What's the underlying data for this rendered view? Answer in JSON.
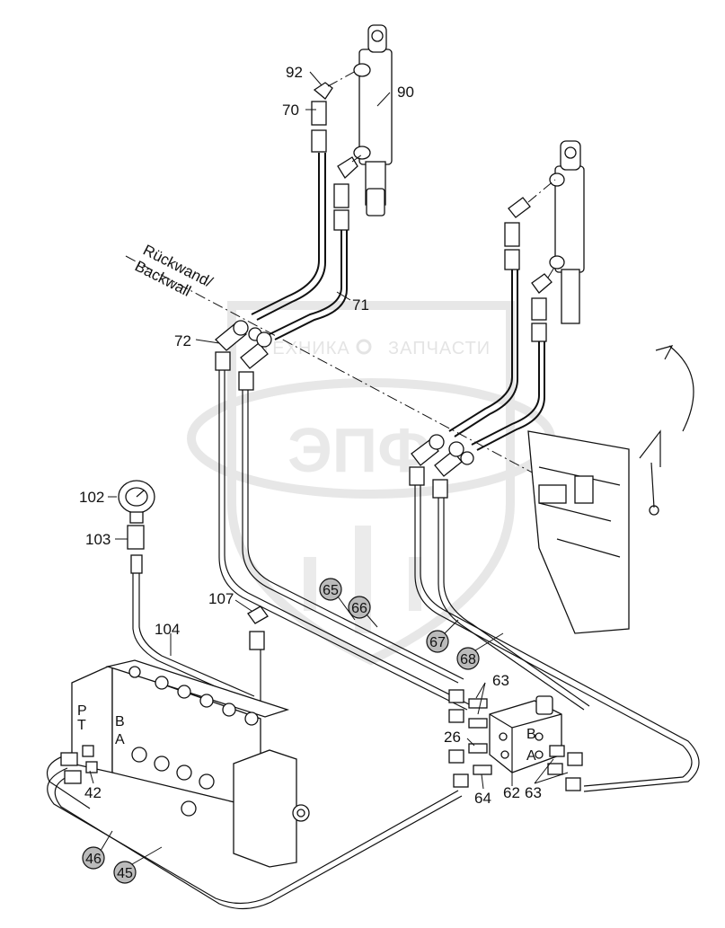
{
  "wall_label": {
    "line1": "Rückwand/",
    "line2": "Backwall"
  },
  "watermark": {
    "left": "ТЕХНИКА",
    "right": "ЗАПЧАСТИ",
    "logo": "ЭПФ"
  },
  "callouts": [
    {
      "id": "92",
      "circled": false
    },
    {
      "id": "90",
      "circled": false
    },
    {
      "id": "70",
      "circled": false
    },
    {
      "id": "71",
      "circled": false
    },
    {
      "id": "72",
      "circled": false
    },
    {
      "id": "102",
      "circled": false
    },
    {
      "id": "103",
      "circled": false
    },
    {
      "id": "107",
      "circled": false
    },
    {
      "id": "104",
      "circled": false
    },
    {
      "id": "65",
      "circled": true
    },
    {
      "id": "66",
      "circled": true
    },
    {
      "id": "67",
      "circled": true
    },
    {
      "id": "68",
      "circled": true
    },
    {
      "id": "63",
      "circled": false
    },
    {
      "id": "26",
      "circled": false
    },
    {
      "id": "42",
      "circled": false
    },
    {
      "id": "64",
      "circled": false
    },
    {
      "id": "62",
      "circled": false
    },
    {
      "id": "63",
      "circled": false
    },
    {
      "id": "46",
      "circled": true
    },
    {
      "id": "45",
      "circled": true
    }
  ],
  "valve_port_labels": [
    "P",
    "T",
    "B",
    "A"
  ],
  "block_port_labels": [
    "B",
    "A"
  ]
}
